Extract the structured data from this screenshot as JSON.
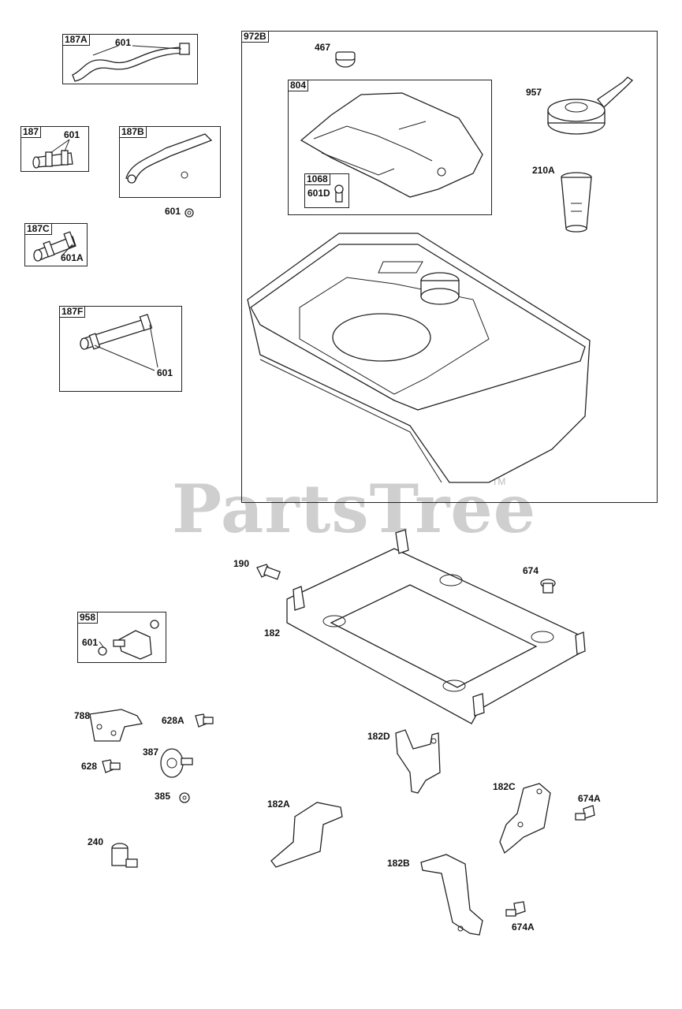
{
  "watermark": {
    "text": "PartsTree",
    "tm": "TM"
  },
  "boxes": {
    "b187A": "187A",
    "b187": "187",
    "b187B": "187B",
    "b187C": "187C",
    "b187F": "187F",
    "b972B": "972B",
    "b804": "804",
    "b1068": "1068",
    "b958": "958"
  },
  "labels": {
    "l601_187A": "601",
    "l601_187": "601",
    "l601_loose": "601",
    "l601A": "601A",
    "l601_187F": "601",
    "l467": "467",
    "l957": "957",
    "l210A": "210A",
    "l601D": "601D",
    "l190": "190",
    "l674": "674",
    "l182": "182",
    "l601_958": "601",
    "l788": "788",
    "l628A": "628A",
    "l387": "387",
    "l628": "628",
    "l385": "385",
    "l182D": "182D",
    "l182A": "182A",
    "l182C": "182C",
    "l674A_1": "674A",
    "l240": "240",
    "l182B": "182B",
    "l674A_2": "674A"
  }
}
